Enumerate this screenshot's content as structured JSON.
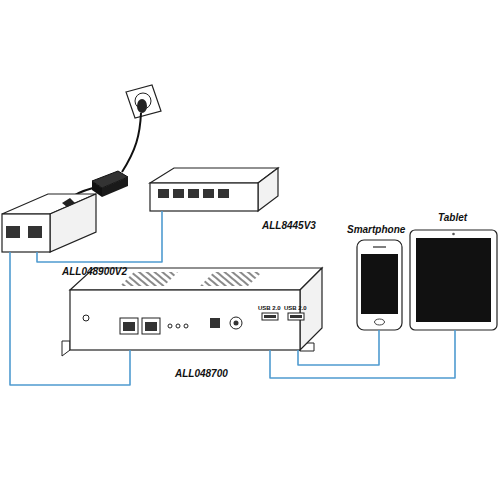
{
  "diagram": {
    "nodes": [
      {
        "text": [
          "ALL048900V2"
        ]
      },
      {
        "text": [
          "ALL8445V3"
        ]
      },
      {
        "text": [
          "ALL048700",
          "USB 2.0",
          "USB 2.0"
        ]
      },
      {
        "text": [
          "Smartphone"
        ]
      },
      {
        "text": [
          "Tablet"
        ]
      }
    ],
    "edges": [
      {
        "from": 0,
        "to": 1,
        "arrow": "none"
      },
      {
        "from": 0,
        "to": 2,
        "arrow": "none"
      },
      {
        "from": 2,
        "to": 3,
        "arrow": "none"
      },
      {
        "from": 2,
        "to": 4,
        "arrow": "none"
      }
    ]
  }
}
